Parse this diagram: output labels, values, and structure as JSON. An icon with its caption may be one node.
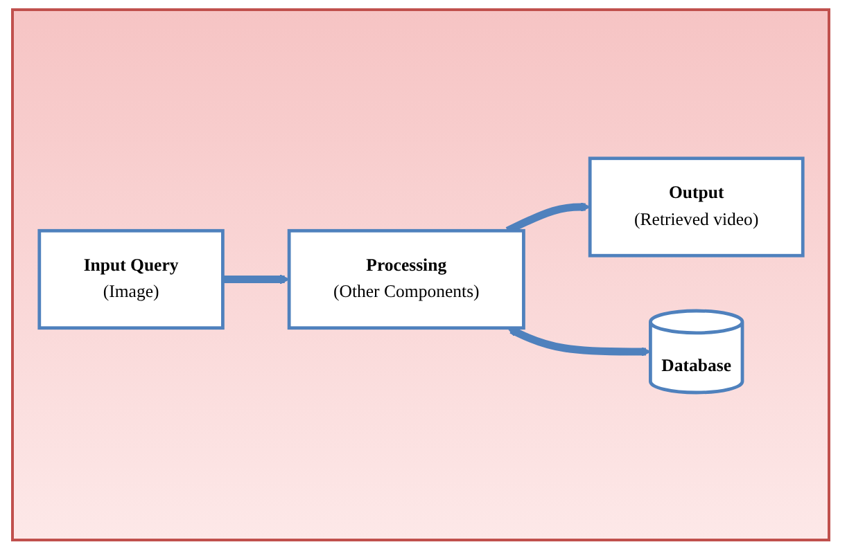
{
  "diagram": {
    "nodes": [
      {
        "text": [
          "Input Query",
          "(Image)"
        ]
      },
      {
        "text": [
          "Processing",
          "(Other Components)"
        ]
      },
      {
        "text": [
          "Output",
          "(Retrieved video)"
        ]
      },
      {
        "text": [
          "Database"
        ]
      }
    ],
    "edges": [
      {
        "from": 0,
        "to": 1,
        "arrow": "to"
      },
      {
        "from": 1,
        "to": 2,
        "arrow": "to"
      },
      {
        "from": 1,
        "to": 3,
        "arrow": "both"
      }
    ]
  }
}
